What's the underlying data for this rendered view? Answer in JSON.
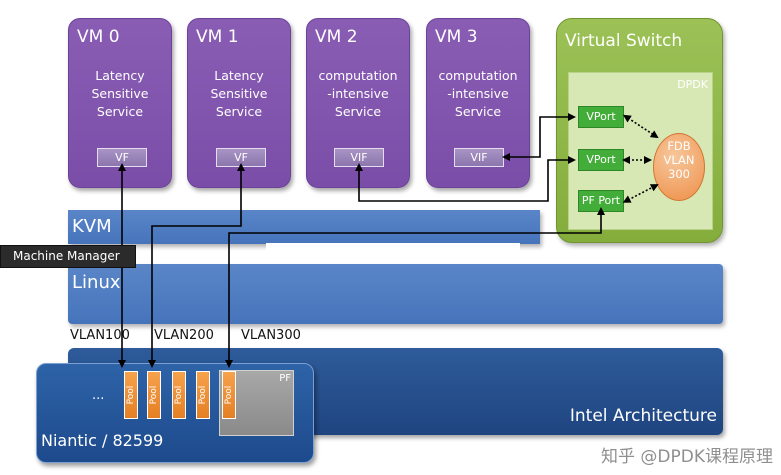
{
  "vms": [
    {
      "title": "VM 0",
      "desc": "Latency\nSensitive\nService",
      "port": "VF"
    },
    {
      "title": "VM 1",
      "desc": "Latency\nSensitive\nService",
      "port": "VF"
    },
    {
      "title": "VM 2",
      "desc": "computation\n-intensive\nService",
      "port": "VIF"
    },
    {
      "title": "VM 3",
      "desc": "computation\n-intensive\nService",
      "port": "VIF"
    }
  ],
  "virtual_switch": {
    "title": "Virtual Switch",
    "dpdk_label": "DPDK",
    "ports": [
      "VPort",
      "VPort",
      "PF Port"
    ],
    "fdb": "FDB\nVLAN\n300"
  },
  "layers": {
    "kvm": "KVM",
    "linux": "Linux",
    "intel": "Intel Architecture"
  },
  "vlans": [
    "VLAN100",
    "VLAN200",
    "VLAN300"
  ],
  "nic": {
    "label": "Niantic / 82599",
    "dots": "...",
    "pf_label": "PF",
    "pool_label": "Pool"
  },
  "tooltip": "Machine Manager",
  "watermark": "知乎 @DPDK课程原理",
  "colors": {
    "vm_purple": "#7a4ea8",
    "switch_green": "#8bb544",
    "port_green": "#43ad3a",
    "layer_blue": "#4d7cc1",
    "ia_blue": "#24508c",
    "pool_orange": "#ee8f48"
  }
}
